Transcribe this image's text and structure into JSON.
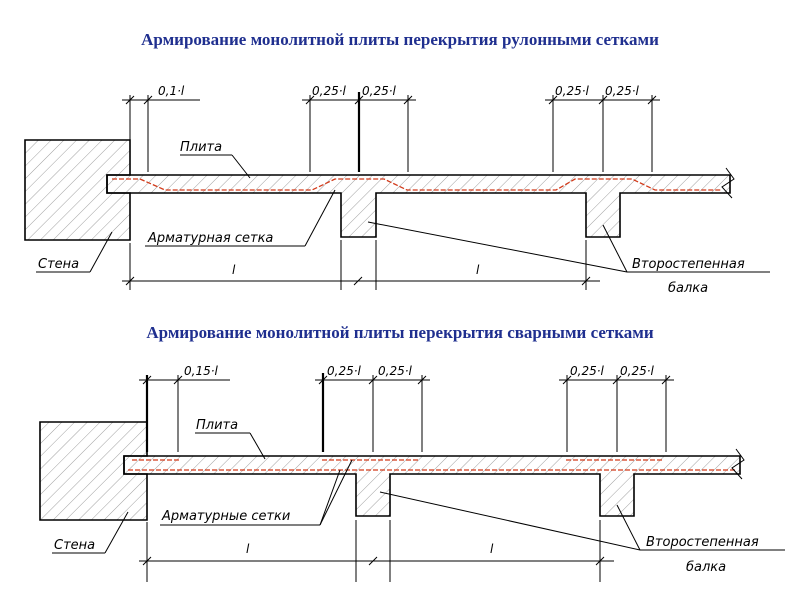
{
  "titles": {
    "rolled": "Армирование монолитной плиты перекрытия рулонными сетками",
    "welded": "Армирование монолитной плиты перекрытия сварными сетками"
  },
  "top_diagram": {
    "dims": [
      "0,1·l",
      "0,25·l",
      "0,25·l",
      "0,25·l",
      "0,25·l"
    ],
    "labels": {
      "slab": "Плита",
      "mesh": "Арматурная сетка",
      "wall": "Стена",
      "beam_line1": "Второстепенная",
      "beam_line2": "балка",
      "span1": "l",
      "span2": "l"
    }
  },
  "bottom_diagram": {
    "dims": [
      "0,15·l",
      "0,25·l",
      "0,25·l",
      "0,25·l",
      "0,25·l"
    ],
    "labels": {
      "slab": "Плита",
      "mesh": "Арматурные сетки",
      "wall": "Стена",
      "beam_line1": "Второстепенная",
      "beam_line2": "балка",
      "span1": "l",
      "span2": "l"
    }
  },
  "colors": {
    "title": "#1f2f8f",
    "rebar": "#d23a1a",
    "line": "#000000"
  }
}
